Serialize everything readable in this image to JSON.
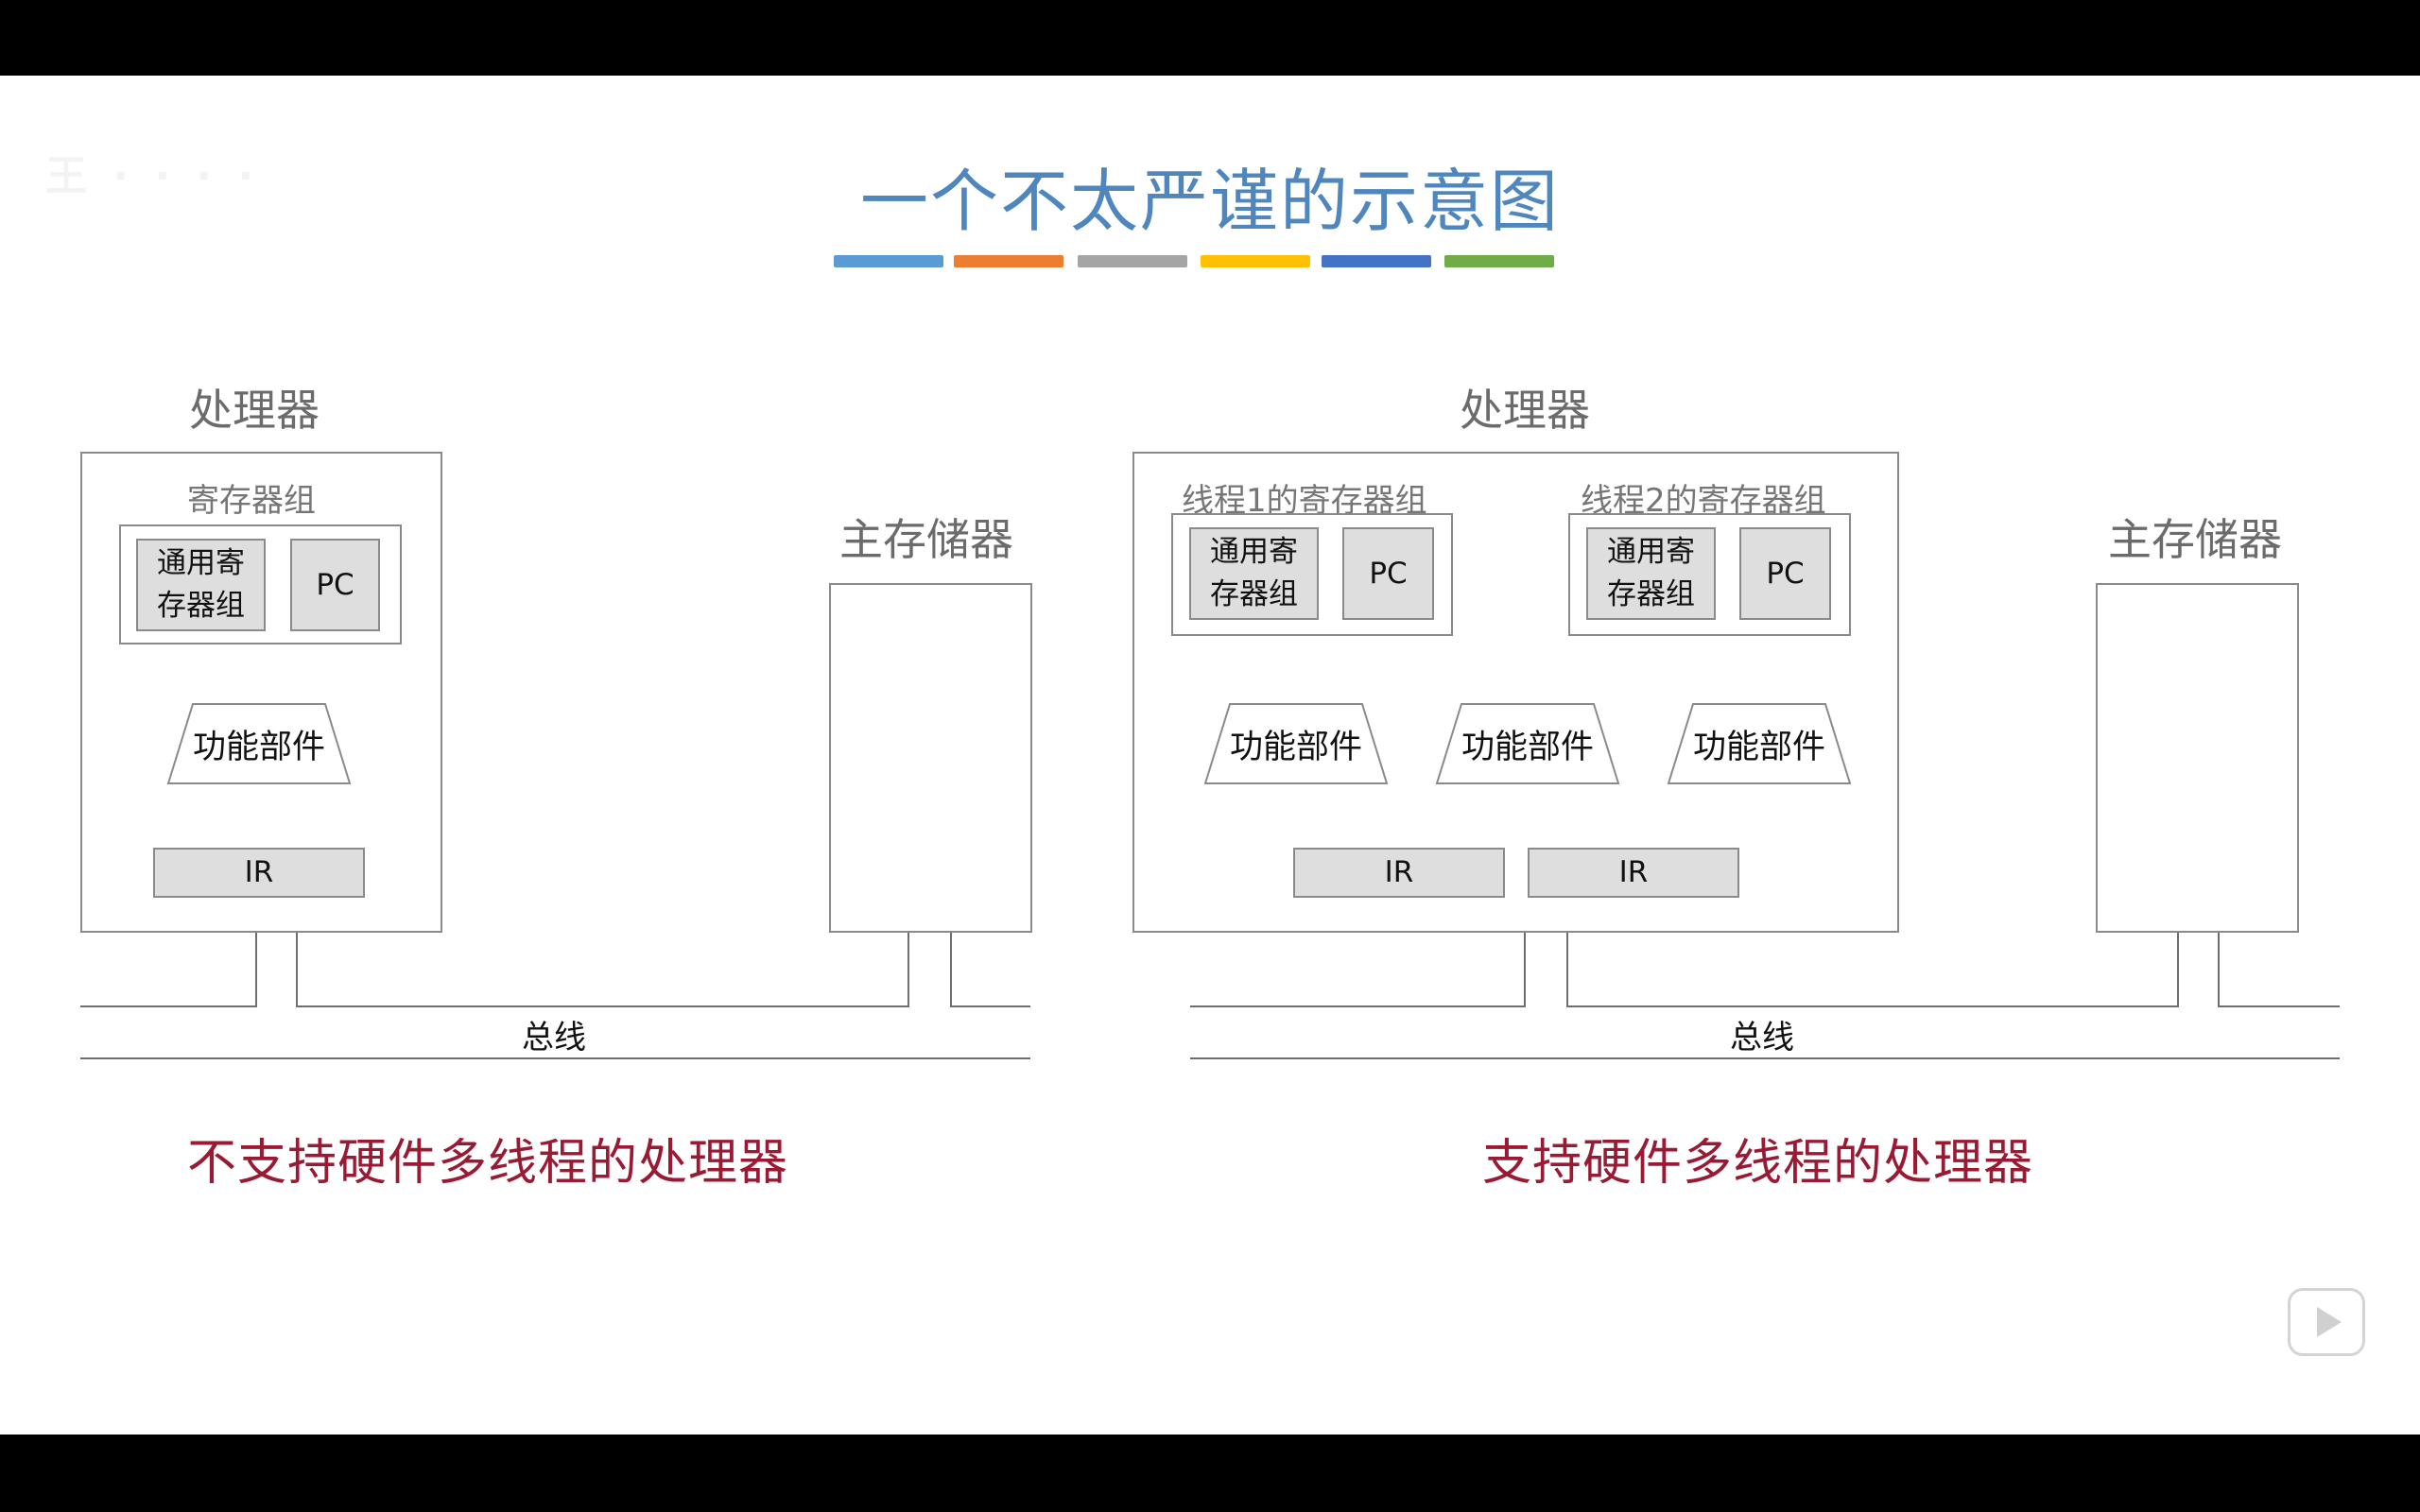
{
  "header": {
    "faded_text": "王 · · · ·",
    "title": "一个不太严谨的示意图",
    "color_bars": [
      "#5b9bd5",
      "#ed7d31",
      "#a5a5a5",
      "#ffc000",
      "#4472c4",
      "#70ad47"
    ]
  },
  "left": {
    "processor_label": "处理器",
    "register_group_label": "寄存器组",
    "general_reg": "通用寄\n存器组",
    "pc": "PC",
    "functional_unit": "功能部件",
    "ir": "IR",
    "memory_label": "主存储器",
    "bus_label": "总线",
    "caption": "不支持硬件多线程的处理器"
  },
  "right": {
    "processor_label": "处理器",
    "thread1_label": "线程1的寄存器组",
    "thread2_label": "线程2的寄存器组",
    "general_reg": "通用寄\n存器组",
    "pc": "PC",
    "functional_units": [
      "功能部件",
      "功能部件",
      "功能部件"
    ],
    "irs": [
      "IR",
      "IR"
    ],
    "memory_label": "主存储器",
    "bus_label": "总线",
    "caption": "支持硬件多线程的处理器"
  },
  "colors": {
    "title": "#4f86bd",
    "caption": "#9a1a34",
    "register_fill": "#dedede",
    "line": "#8a8a8a"
  }
}
